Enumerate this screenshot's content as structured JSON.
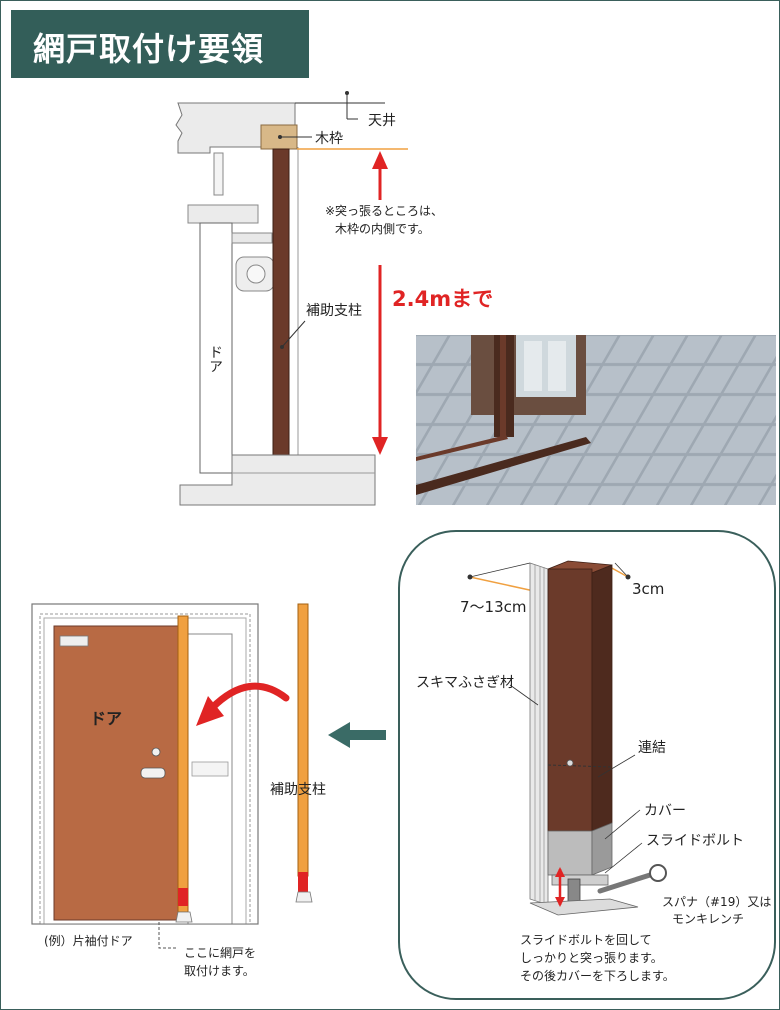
{
  "title": "網戸取付け要領",
  "top_diagram": {
    "ceiling": "天井",
    "wood_frame": "木枠",
    "note_line1": "※突っ張るところは、",
    "note_line2": "木枠の内側です。",
    "door": "ドア",
    "post": "補助支柱",
    "height": "2.4mまで"
  },
  "bottom_diagram": {
    "door": "ドア",
    "post": "補助支柱",
    "example": "(例）片袖付ドア",
    "install_line1": "ここに網戸を",
    "install_line2": "取付けます。"
  },
  "detail": {
    "width_range": "7〜13cm",
    "depth": "3cm",
    "gap_filler": "スキマふさぎ材",
    "joint": "連結",
    "cover": "カバー",
    "slide_bolt": "スライドボルト",
    "tool_line1": "スパナ（#19）又は",
    "tool_line2": "モンキレンチ",
    "inst_line1": "スライドボルトを回して",
    "inst_line2": "しっかりと突っ張ります。",
    "inst_line3": "その後カバーを下ろします。"
  },
  "colors": {
    "title_bg": "#335e59",
    "accent_red": "#e02424",
    "post_brown": "#6b3a2a",
    "door_brown": "#b86a44",
    "guide_orange": "#f0a040",
    "arrow_teal": "#3a6b66"
  }
}
